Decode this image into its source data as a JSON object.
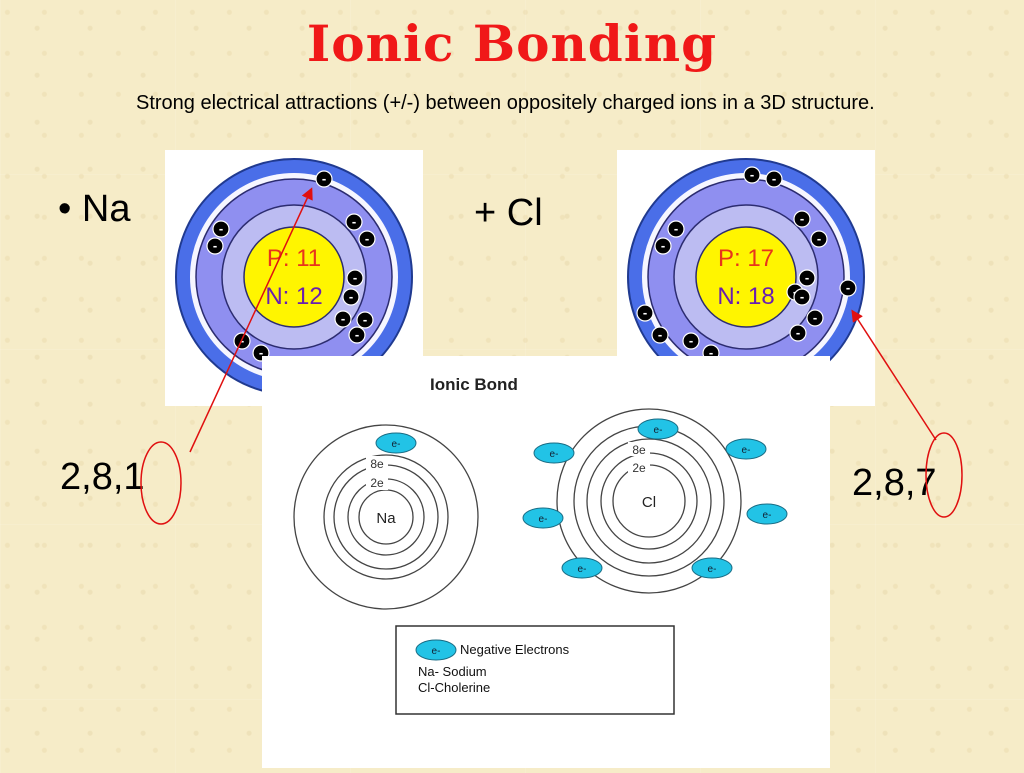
{
  "slide": {
    "title": "Ionic Bonding",
    "subtitle": "Strong electrical attractions (+/-) between oppositely charged ions in a 3D structure.",
    "bullet_na": "Na",
    "plus_cl": "+ Cl",
    "na_config": "2,8,1",
    "cl_config": "2,8,7"
  },
  "na_atom": {
    "protons": "P: 11",
    "neutrons": "N: 12",
    "electron_symbol": "-"
  },
  "cl_atom": {
    "protons": "P: 17",
    "neutrons": "N: 18",
    "electron_symbol": "-"
  },
  "ionic_bond_panel": {
    "heading": "Ionic Bond",
    "na_label": "Na",
    "cl_label": "Cl",
    "shell_8e": "8e",
    "shell_2e": "2e",
    "electron_label": "e-",
    "legend_electrons": "Negative Electrons",
    "legend_na": "Na- Sodium",
    "legend_cl": "Cl-Cholerine"
  },
  "colors": {
    "title": "#f01818",
    "outer_shell": "#4a6ee8",
    "mid_shell": "#8f8ff0",
    "inner_shell": "#bcbcf2",
    "nucleus": "#fff500",
    "proton_text": "#e8341c",
    "neutron_text": "#6a1fb0",
    "electron_cyan": "#22c3e6",
    "arrow": "#e01010"
  }
}
